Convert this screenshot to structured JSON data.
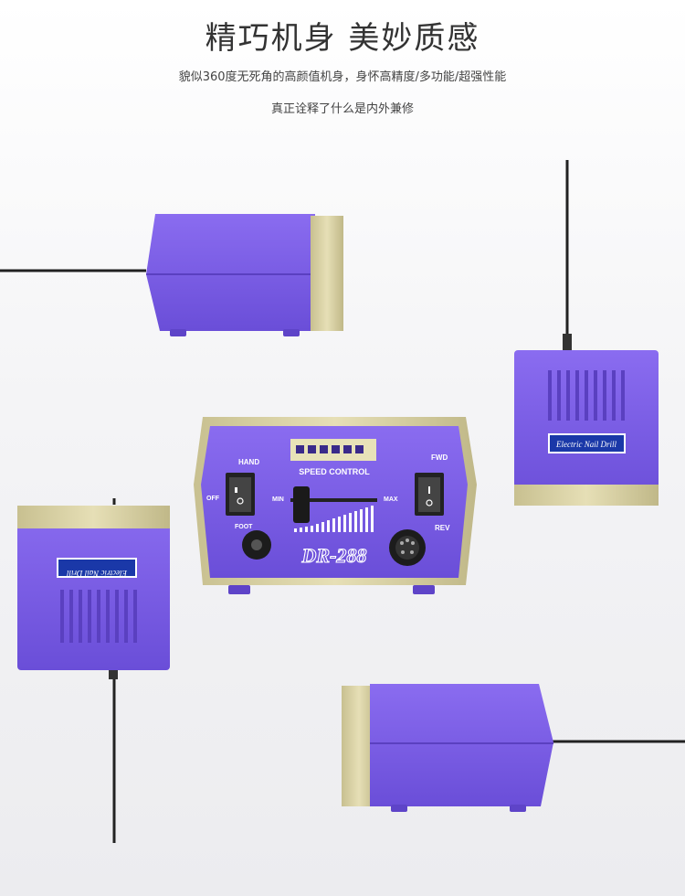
{
  "header": {
    "title": "精巧机身 美妙质感",
    "line1": "貌似360度无死角的高颜值机身，身怀高精度/多功能/超强性能",
    "line2": "真正诠释了什么是内外兼修"
  },
  "device": {
    "hand_label": "HAND",
    "off_label": "OFF",
    "foot_label": "FOOT",
    "speed_control_label": "SPEED CONTROL",
    "min_label": "MIN",
    "max_label": "MAX",
    "fwd_label": "FWD",
    "rev_label": "REV",
    "model": "DR-288",
    "pedal_label": "Electric Nail Drill"
  },
  "colors": {
    "purple": "#7a5ce8",
    "gold": "#d8d0a0"
  }
}
